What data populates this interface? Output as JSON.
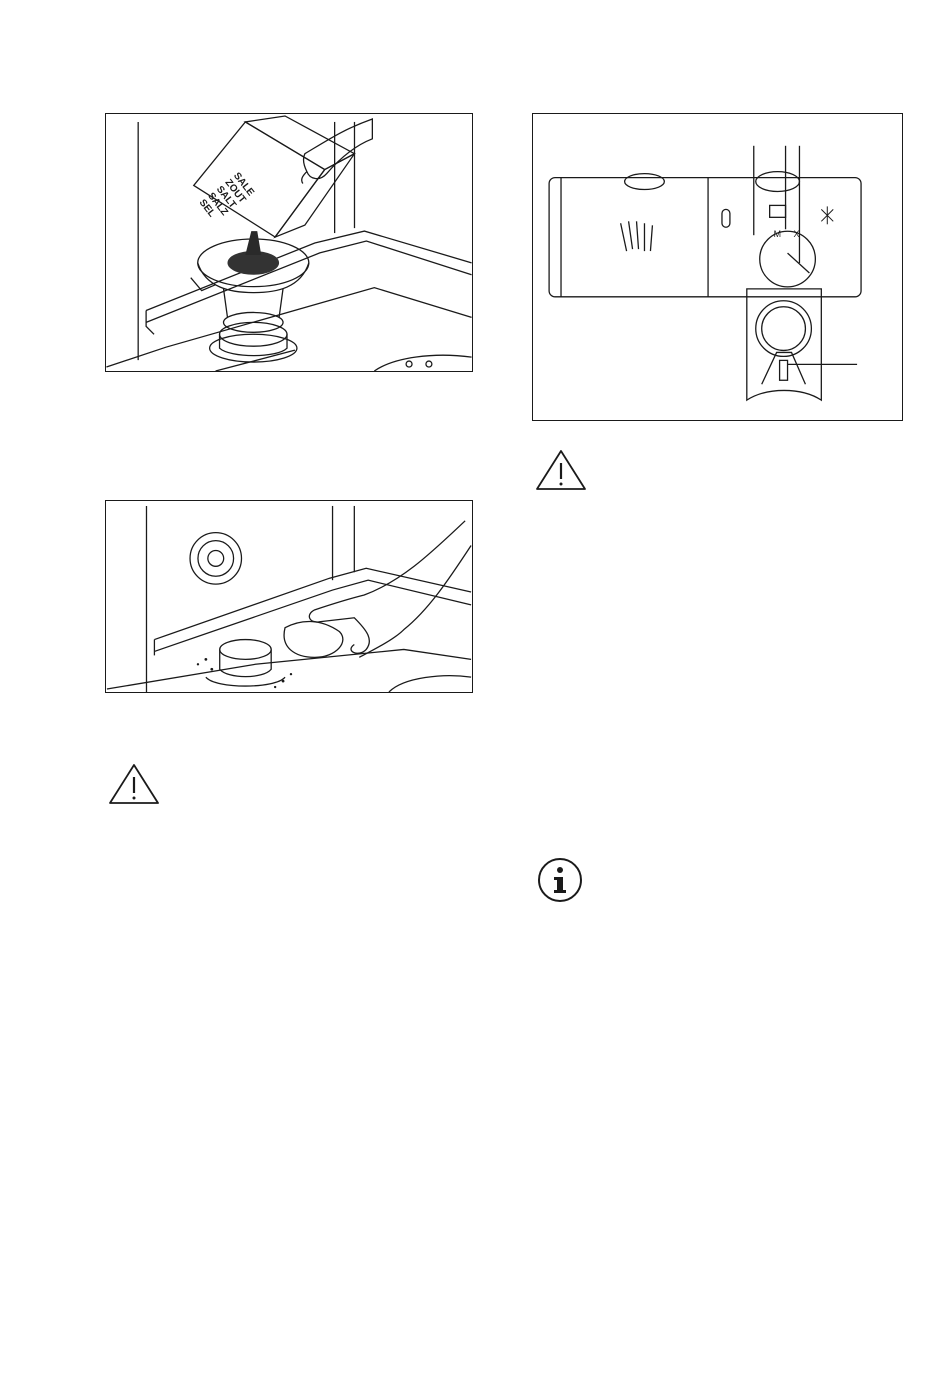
{
  "figures": {
    "salt_pack": {
      "pack_labels": [
        "SALE",
        "ZOUT",
        "SALT",
        "SALZ",
        "SEL"
      ]
    },
    "dispenser": {
      "dial_marks": [
        "M",
        "X"
      ]
    }
  },
  "icons": {
    "warning_left": "warning-triangle-icon",
    "warning_right": "warning-triangle-icon",
    "info_right": "info-circle-icon"
  }
}
